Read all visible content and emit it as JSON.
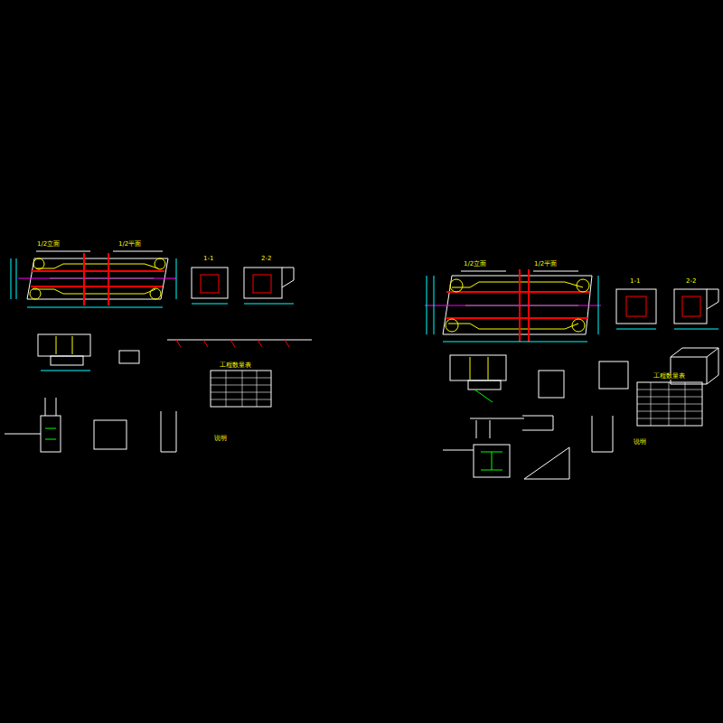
{
  "diagram": {
    "labels": [
      "1/2立面",
      "1/2平面",
      "1-1",
      "2-2",
      "工程数量表",
      "说明",
      "1/2立面",
      "1/2平面",
      "1-1",
      "2-2",
      "工程数量表",
      "说明"
    ]
  }
}
